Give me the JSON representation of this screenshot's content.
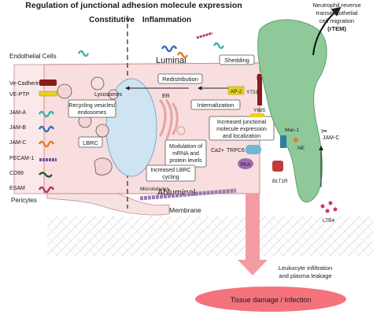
{
  "title": "Regulation of junctional adhesion molecule expression",
  "columns": {
    "constitutive": "Constitutive",
    "inflammation": "Inflammation"
  },
  "regions": {
    "endothelial_cells": "Endothelial Cells",
    "luminal": "Luminal",
    "abluminal": "Abluminal",
    "pericytes": "Pericytes",
    "basement_membrane": "Basement Membrane"
  },
  "legend": [
    "Ve-Cadherin",
    "VE-PTP",
    "JAM-A",
    "JAM-B",
    "JAM-C",
    "PECAM-1",
    "CD99",
    "ESAM"
  ],
  "neutrophil": {
    "line1": "Neutrophil reverse",
    "line2": "transendothelial",
    "line3": "cell migration",
    "rtem": "(rTEM)"
  },
  "labels": {
    "shedding": "Shedding",
    "redistribution": "Redistribution",
    "internalization": "Internalization",
    "lysosomes": "Lysosomes",
    "er": "ER",
    "recycling_1": "Recycling vesicles/",
    "recycling_2": "endosomes",
    "lbrc": "LBRC",
    "modulation_1": "Modulation of",
    "modulation_2": "mRNA and",
    "modulation_3": "protein levels",
    "increased_jam_1": "Increased junctional",
    "increased_jam_2": "molecule expression",
    "increased_jam_3": "and localization",
    "increased_lbrc_1": "Increased LBRC",
    "increased_lbrc_2": "cycling",
    "microtubules": "Microtubules",
    "ap2": "AP-2",
    "y731": "Y731",
    "y685": "Y685",
    "p": "P",
    "ca": "Ca2+",
    "trpc6": "TRPC6",
    "pka": "PKA",
    "mac1": "Mac-1",
    "ne": "NE",
    "jamc": "JAM-C",
    "blt1r": "BLT1R",
    "ltb4": "LTB4",
    "leuk_1": "Leukocyte infiltration",
    "leuk_2": "and plasma leakage",
    "tissue": "Tissue damage / Infection"
  },
  "colors": {
    "cell_fill": "#f8dede",
    "cell_stroke": "#c98a8a",
    "nucleus": "#cfe4f3",
    "neutrophil": "#8fc99a",
    "arrow_pink": "#f49ca4",
    "tissue": "#f4727b",
    "vecadherin": "#8b1a1a",
    "veptp": "#e9d21a",
    "jama": "#3fb3a6",
    "jamb": "#3a6fb5",
    "jamc": "#e67e22",
    "pecam": "#7a4fa0",
    "cd99": "#2d5a2d",
    "esam": "#b23a6b"
  }
}
